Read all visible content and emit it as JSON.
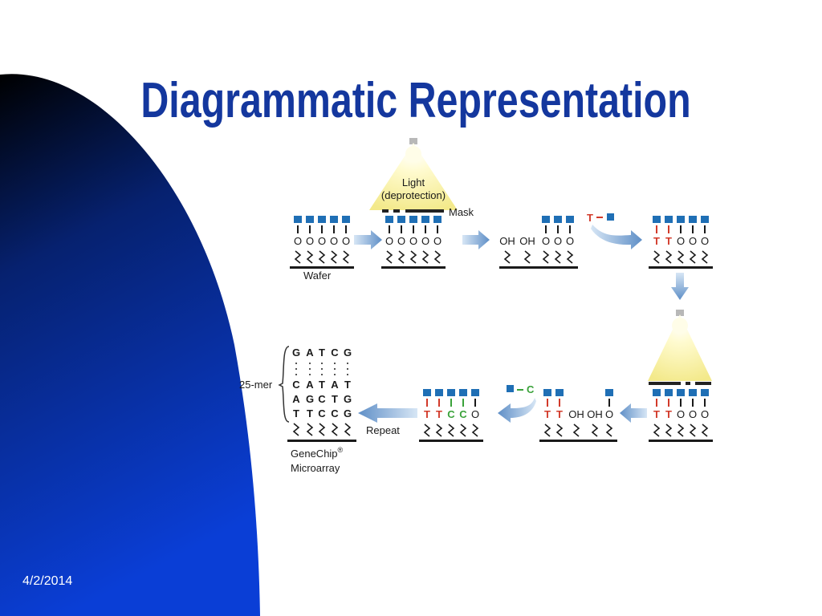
{
  "slide": {
    "title": "Diagrammatic Representation",
    "date": "4/2/2014"
  },
  "colors": {
    "title": "#14379e",
    "bg_gradient_top": "#000000",
    "bg_gradient_bottom": "#0a3ed6",
    "protecting_group": "#1f6fb5",
    "base_t": "#d23a2a",
    "base_c": "#3aa23a",
    "light": "#fff7a8",
    "arrow": "#7fa9d6"
  },
  "diagram": {
    "light_label_1": "Light",
    "light_label_2": "(deprotection)",
    "mask_label": "Mask",
    "wafer_label": "Wafer",
    "reagent_t_label": "T",
    "reagent_c_label": "C",
    "repeat_label": "Repeat",
    "mer_label": "25-mer",
    "product_label_1": "GeneChip",
    "product_label_sup": "®",
    "product_label_2": "Microarray",
    "sequence_rows": [
      [
        "G",
        "A",
        "T",
        "C",
        "G"
      ],
      [
        "C",
        "A",
        "T",
        "A",
        "T"
      ],
      [
        "A",
        "G",
        "C",
        "T",
        "G"
      ],
      [
        "T",
        "T",
        "C",
        "C",
        "G"
      ]
    ],
    "sites": {
      "wafer": [
        "O",
        "O",
        "O",
        "O",
        "O"
      ],
      "masked": [
        "O",
        "O",
        "O",
        "O",
        "O"
      ],
      "deprotected": [
        "OH",
        "OH",
        "O",
        "O",
        "O"
      ],
      "coupled_t": [
        "T",
        "T",
        "O",
        "O",
        "O"
      ],
      "masked_2": [
        "T",
        "T",
        "O",
        "O",
        "O"
      ],
      "deprotected_2": [
        "T",
        "T",
        "OH",
        "OH",
        "O"
      ],
      "coupled_c": [
        "T",
        "T",
        "C",
        "C",
        "O"
      ]
    }
  }
}
